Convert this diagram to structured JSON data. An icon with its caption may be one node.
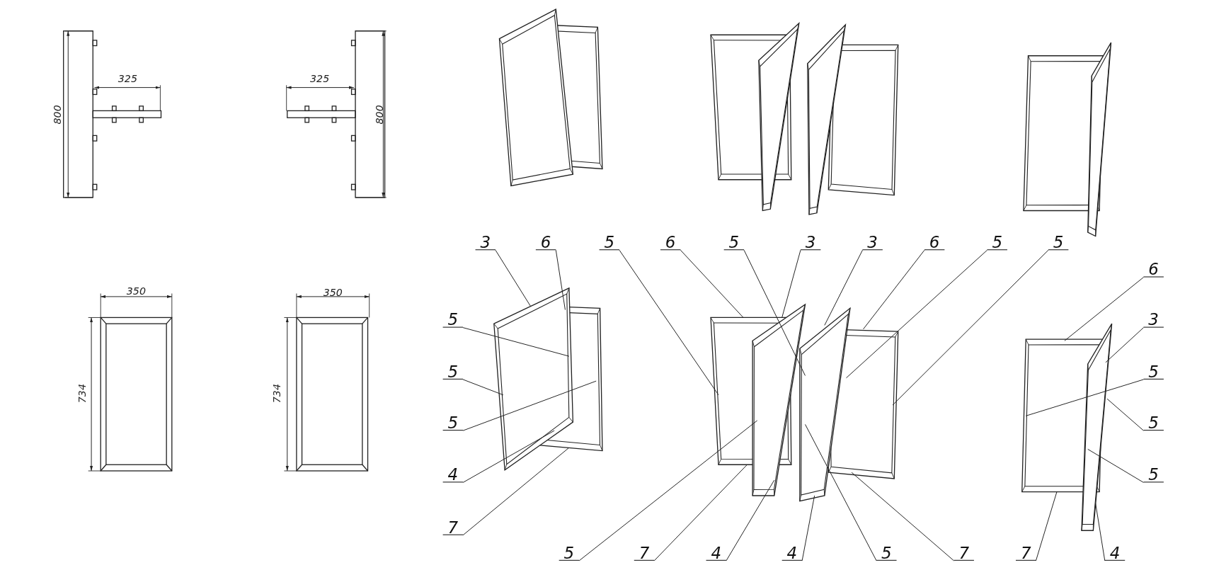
{
  "diagram": {
    "nodes": [
      {
        "text": [
          "3"
        ]
      },
      {
        "text": [
          "6"
        ]
      },
      {
        "text": [
          "5"
        ]
      },
      {
        "text": [
          "6"
        ]
      },
      {
        "text": [
          "5"
        ]
      },
      {
        "text": [
          "3"
        ]
      },
      {
        "text": [
          "3"
        ]
      },
      {
        "text": [
          "6"
        ]
      },
      {
        "text": [
          "5"
        ]
      },
      {
        "text": [
          "5"
        ]
      },
      {
        "text": [
          "6"
        ]
      },
      {
        "text": [
          "5"
        ]
      },
      {
        "text": [
          "3"
        ]
      },
      {
        "text": [
          "5"
        ]
      },
      {
        "text": [
          "5"
        ]
      },
      {
        "text": [
          "5"
        ]
      },
      {
        "text": [
          "5"
        ]
      },
      {
        "text": [
          "4"
        ]
      },
      {
        "text": [
          "5"
        ]
      },
      {
        "text": [
          "7"
        ]
      },
      {
        "text": [
          "5"
        ]
      },
      {
        "text": [
          "7"
        ]
      },
      {
        "text": [
          "4"
        ]
      },
      {
        "text": [
          "4"
        ]
      },
      {
        "text": [
          "5"
        ]
      },
      {
        "text": [
          "7"
        ]
      },
      {
        "text": [
          "7"
        ]
      },
      {
        "text": [
          "4"
        ]
      }
    ],
    "edges": [
      {
        "from": 0,
        "to": null,
        "arrow": "none"
      },
      {
        "from": 1,
        "to": null,
        "arrow": "none"
      },
      {
        "from": 2,
        "to": null,
        "arrow": "none"
      },
      {
        "from": 3,
        "to": null,
        "arrow": "none"
      },
      {
        "from": 4,
        "to": null,
        "arrow": "none"
      },
      {
        "from": 5,
        "to": null,
        "arrow": "none"
      },
      {
        "from": 6,
        "to": null,
        "arrow": "none"
      },
      {
        "from": 7,
        "to": null,
        "arrow": "none"
      },
      {
        "from": 8,
        "to": null,
        "arrow": "none"
      },
      {
        "from": 9,
        "to": null,
        "arrow": "none"
      },
      {
        "from": 10,
        "to": null,
        "arrow": "none"
      },
      {
        "from": 11,
        "to": null,
        "arrow": "none"
      },
      {
        "from": 12,
        "to": null,
        "arrow": "none"
      },
      {
        "from": 13,
        "to": null,
        "arrow": "none"
      },
      {
        "from": 14,
        "to": null,
        "arrow": "none"
      },
      {
        "from": 15,
        "to": null,
        "arrow": "none"
      },
      {
        "from": 16,
        "to": null,
        "arrow": "none"
      },
      {
        "from": 17,
        "to": null,
        "arrow": "none"
      },
      {
        "from": 18,
        "to": null,
        "arrow": "none"
      },
      {
        "from": 19,
        "to": null,
        "arrow": "none"
      },
      {
        "from": 20,
        "to": null,
        "arrow": "none"
      },
      {
        "from": 21,
        "to": null,
        "arrow": "none"
      },
      {
        "from": 22,
        "to": null,
        "arrow": "none"
      },
      {
        "from": 23,
        "to": null,
        "arrow": "none"
      },
      {
        "from": 24,
        "to": null,
        "arrow": "none"
      },
      {
        "from": 25,
        "to": null,
        "arrow": "none"
      },
      {
        "from": 26,
        "to": null,
        "arrow": "none"
      },
      {
        "from": 27,
        "to": null,
        "arrow": "none"
      }
    ],
    "labels": [
      "800",
      "325",
      "325",
      "800",
      "350",
      "350",
      "734",
      "734"
    ]
  }
}
